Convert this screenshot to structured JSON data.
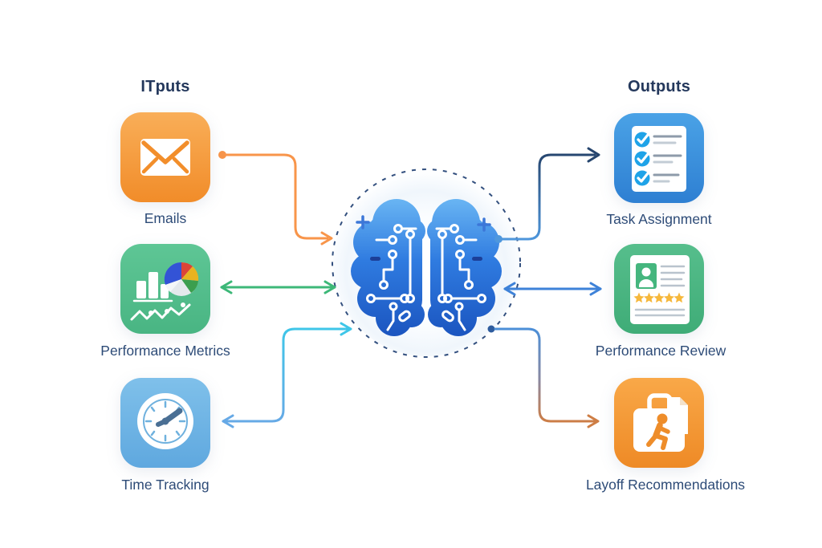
{
  "headers": {
    "inputs": "ITputs",
    "outputs": "Outputs"
  },
  "inputs": [
    {
      "label": "Emails",
      "icon": "email-envelope-icon"
    },
    {
      "label": "Performance Metrics",
      "icon": "charts-metrics-icon"
    },
    {
      "label": "Time Tracking",
      "icon": "clock-icon"
    }
  ],
  "outputs": [
    {
      "label": "Task Assignment",
      "icon": "checklist-icon"
    },
    {
      "label": "Performance Review",
      "icon": "review-stars-icon"
    },
    {
      "label": "Layoff Recommendations",
      "icon": "briefcase-exit-icon"
    }
  ],
  "center": {
    "icon": "ai-brain-circuit-icon"
  },
  "colors": {
    "heading_text": "#24385C",
    "label_text": "#2D4B77",
    "arrow_orange": "#F8954A",
    "arrow_green": "#3DB878",
    "arrow_cyan": "#3EC6E8",
    "arrow_blue": "#3E82D8",
    "arrow_navy": "#26456E",
    "dashed_circle": "#33507F",
    "icon_email": "#F28E2B",
    "icon_metrics": "#4BB886",
    "icon_time": "#66ACE0",
    "icon_task": "#2F80D3",
    "icon_review": "#41AE79",
    "icon_layoff": "#EE8A26",
    "brain_top": "#6CB8F4",
    "brain_bottom": "#1A53BE"
  }
}
